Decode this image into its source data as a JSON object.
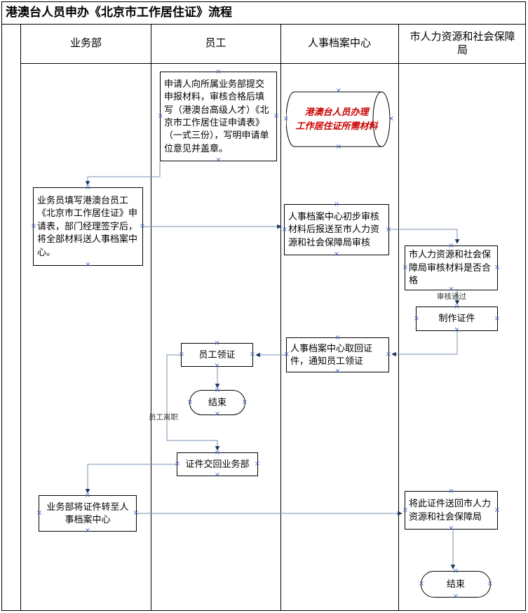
{
  "title": "港澳台人员申办《北京市工作居住证》流程",
  "lanes": [
    {
      "label": "业务部"
    },
    {
      "label": "员工"
    },
    {
      "label": "人事档案中心"
    },
    {
      "label": "市人力资源和社会保障局"
    }
  ],
  "nodes": {
    "employee_apply": {
      "text": "申请人向所属业务部提交申报材料，审核合格后填写（港澳台高级人才）《北京市工作居住证申请表》（一式三份），写明申请单位意见并盖章。"
    },
    "materials_store": {
      "line1": "港澳台人员办理",
      "line2": "工作居住证所需材料"
    },
    "dept_fill_form": {
      "text": "业务员填写港澳台员工《北京市工作居住证》申请表，部门经理签字后，将全部材料送人事档案中心。"
    },
    "archive_initial_review": {
      "text": "人事档案中心初步审核材料后报送至市人力资源和社会保障局审核"
    },
    "hr_review": {
      "text": "市人力资源和社会保障局审核材料是否合格"
    },
    "make_certificate": {
      "text": "制作证件"
    },
    "archive_retrieve": {
      "text": "人事档案中心取回证件，通知员工领证"
    },
    "employee_receive": {
      "text": "员工领证"
    },
    "end_receive": {
      "text": "结束"
    },
    "return_to_dept": {
      "text": "证件交回业务部"
    },
    "dept_transfer": {
      "text": "业务部将证件转至人事档案中心"
    },
    "send_back_hr": {
      "text": "将此证件送回市人力资源和社会保障局"
    },
    "end_final": {
      "text": "结束"
    }
  },
  "edge_labels": {
    "approved": "审核通过",
    "employee_leave": "员工离职"
  },
  "colors": {
    "connector": "#7a90b0",
    "arrowhead": "#16365c",
    "store_text": "#cc0000",
    "connection_point": "#3f5fc4"
  }
}
